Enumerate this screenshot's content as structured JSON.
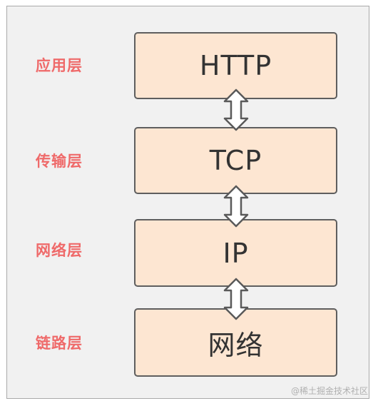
{
  "layers": [
    {
      "label": "应用层",
      "box": "HTTP"
    },
    {
      "label": "传输层",
      "box": "TCP"
    },
    {
      "label": "网络层",
      "box": "IP"
    },
    {
      "label": "链路层",
      "box": "网络"
    }
  ],
  "arrow_icon": "double-vertical-arrow-icon",
  "colors": {
    "label": "#ef6a6a",
    "box_fill": "#fde6d2",
    "box_border": "#5e5e5e",
    "frame_bg": "#f1f1f1"
  },
  "watermark": "@稀土掘金技术社区"
}
